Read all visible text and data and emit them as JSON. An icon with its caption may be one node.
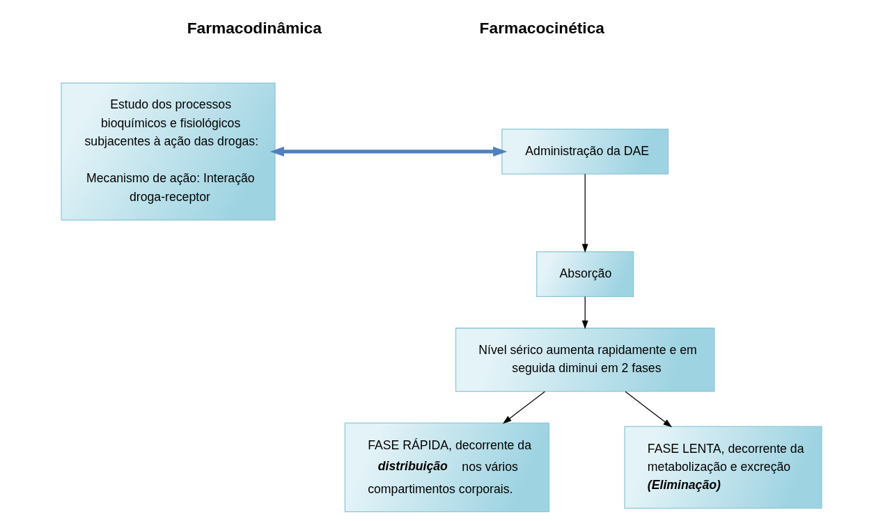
{
  "diagram": {
    "nodes": [
      {
        "text": [
          "Estudo dos processos bioquímicos e fisiológicos subjacentes à ação das drogas:",
          "Mecanismo de ação: Interação droga-receptor"
        ]
      },
      {
        "text": [
          "Administração da DAE"
        ]
      },
      {
        "text": [
          "Absorção"
        ]
      },
      {
        "text": [
          "Nível sérico aumenta rapidamente e em seguida diminui em 2 fases"
        ]
      },
      {
        "text": [
          "FASE RÁPIDA, decorrente da **distribuição** nos vários compartimentos corporais."
        ]
      },
      {
        "text": [
          "FASE LENTA, decorrente da metabolização e excreção **(Eliminação)**"
        ]
      }
    ],
    "edges": [
      {
        "from": 0,
        "to": 1,
        "arrow": "both",
        "style": "thick",
        "color": "#4f81bd"
      },
      {
        "from": 1,
        "to": 2,
        "arrow": "to"
      },
      {
        "from": 2,
        "to": 3,
        "arrow": "to"
      },
      {
        "from": 3,
        "to": 4,
        "arrow": "to"
      },
      {
        "from": 3,
        "to": 5,
        "arrow": "to"
      }
    ],
    "labels": [
      "Farmacodinâmica",
      "Farmacocinética"
    ]
  }
}
